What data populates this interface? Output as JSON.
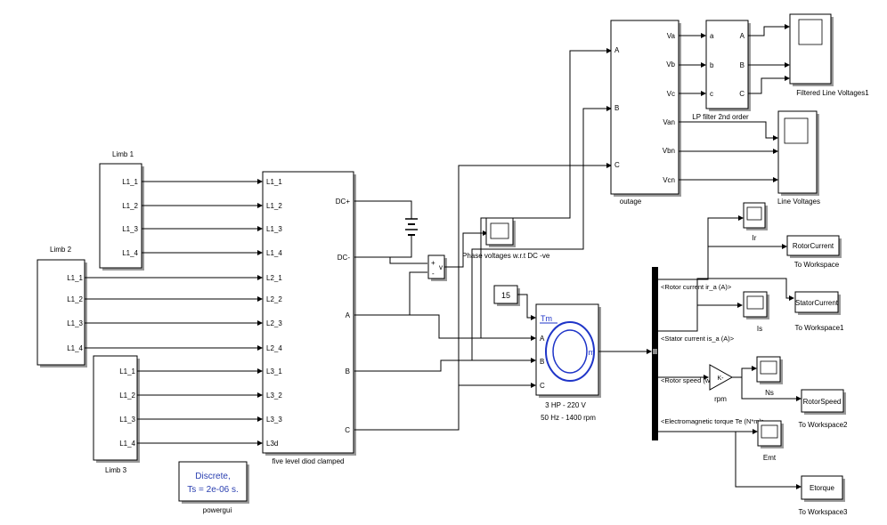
{
  "limbs": [
    {
      "name": "Limb 1",
      "ports": [
        "L1_1",
        "L1_2",
        "L1_3",
        "L1_4"
      ]
    },
    {
      "name": "Limb 2",
      "ports": [
        "L1_1",
        "L1_2",
        "L1_3",
        "L1_4"
      ]
    },
    {
      "name": "Limb 3",
      "ports": [
        "L1_1",
        "L1_2",
        "L1_3",
        "L1_4"
      ]
    }
  ],
  "inverter": {
    "name": "five level diod clamped",
    "inputs": [
      "L1_1",
      "L1_2",
      "L1_3",
      "L1_4",
      "L2_1",
      "L2_2",
      "L2_3",
      "L2_4",
      "L3_1",
      "L3_2",
      "L3_3",
      "L3d"
    ],
    "outputs": [
      "DC+",
      "DC-",
      "A",
      "B",
      "C"
    ]
  },
  "voltmeter": {
    "plus": "+",
    "minus": "-",
    "out": "v"
  },
  "phase_scope": {
    "name": "Phase voltages w.r.t DC -ve"
  },
  "outage": {
    "name": "outage",
    "inputs": [
      "A",
      "B",
      "C"
    ],
    "outputs": [
      "Va",
      "Vb",
      "Vc",
      "Van",
      "Vbn",
      "Vcn"
    ]
  },
  "lp_filter": {
    "name": "LP filter 2nd order",
    "inputs": [
      "a",
      "b",
      "c"
    ],
    "outputs": [
      "A",
      "B",
      "C"
    ]
  },
  "filtered_scope": {
    "name": "Filtered Line Voltages1"
  },
  "line_scope": {
    "name": "Line Voltages"
  },
  "constant": {
    "value": "15"
  },
  "motor": {
    "tm": "Tm",
    "m": "m",
    "ports": [
      "A",
      "B",
      "C"
    ],
    "line1": "3 HP - 220 V",
    "line2": "50 Hz - 1400 rpm"
  },
  "bus_signals": [
    "<Rotor current ir_a (A)>",
    "<Stator current is_a (A)>",
    "<Rotor speed (wm)>",
    "<Electromagnetic torque Te (N*m)>"
  ],
  "scopes": {
    "ir": "Ir",
    "is": "Is",
    "ns": "Ns",
    "emt": "Emt"
  },
  "gain": {
    "name": "rpm",
    "value": "K-"
  },
  "workspaces": [
    {
      "var": "RotorCurrent",
      "name": "To Workspace"
    },
    {
      "var": "StatorCurrent",
      "name": "To Workspace1"
    },
    {
      "var": "RotorSpeed",
      "name": "To Workspace2"
    },
    {
      "var": "Etorque",
      "name": "To Workspace3"
    }
  ],
  "powergui": {
    "line1": "Discrete,",
    "line2": "Ts = 2e-06 s.",
    "name": "powergui"
  },
  "colors": {
    "powergui_text": "#2a3fb0",
    "motor_accent": "#1f35c8"
  }
}
